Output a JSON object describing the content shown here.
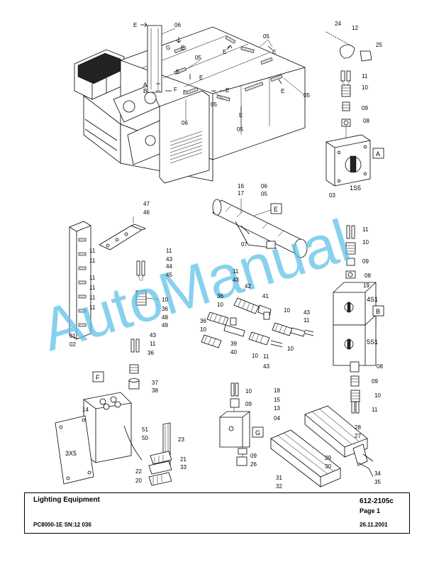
{
  "callouts": {
    "c01": "01",
    "c02": "02",
    "c03": "03",
    "c04": "04",
    "c05": "05",
    "c06": "06",
    "c07": "07",
    "c08": "08",
    "c09": "09",
    "c10": "10",
    "c11": "11",
    "c12": "12",
    "c13": "13",
    "c14": "14",
    "c15": "15",
    "c16": "16",
    "c17": "17",
    "c18": "18",
    "c19": "19",
    "c20": "20",
    "c21": "21",
    "c22": "22",
    "c23": "23",
    "c24": "24",
    "c25": "25",
    "c26": "26",
    "c27": "27",
    "c28": "28",
    "c29": "29",
    "c30": "30",
    "c31": "31",
    "c32": "32",
    "c33": "33",
    "c34": "34",
    "c35": "35",
    "c36": "36",
    "c37": "37",
    "c38": "38",
    "c39": "39",
    "c40": "40",
    "c41": "41",
    "c42": "42",
    "c43": "43",
    "c44": "44",
    "c45": "45",
    "c46": "46",
    "c47": "47",
    "c48": "48",
    "c49": "49",
    "c50": "50",
    "c51": "51"
  },
  "view_letters": {
    "A": "A",
    "B": "B",
    "E": "E",
    "F": "F",
    "G": "G"
  },
  "component_labels": {
    "switch_1s5": "1S5",
    "switch_4s1": "4S1",
    "switch_5s1": "5S1",
    "box_3x5": "3X5"
  },
  "watermark": "AutoManual",
  "title_block": {
    "title": "Lighting Equipment",
    "part_number": "612-2105c",
    "page": "Page 1",
    "model": "PC8000-1E SN:12 036",
    "date": "26.11.2001"
  }
}
